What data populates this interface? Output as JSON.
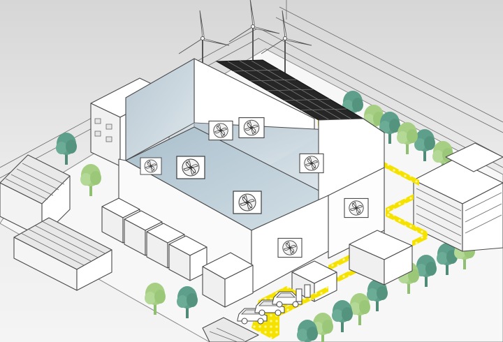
{
  "scene": {
    "background_color": "#ececec",
    "ground_color": "#f6f6f6",
    "building_wall_color": "#fafafa",
    "room_interior_color": "#c9d6de",
    "solar_panel_color": "#262626",
    "power_line_color": "#f5e200",
    "tree_color_dark": "#5d9f8a",
    "tree_color_light": "#a6cf84",
    "fan_units_count": 8,
    "wind_turbines_count": 3,
    "cars_count": 3
  }
}
